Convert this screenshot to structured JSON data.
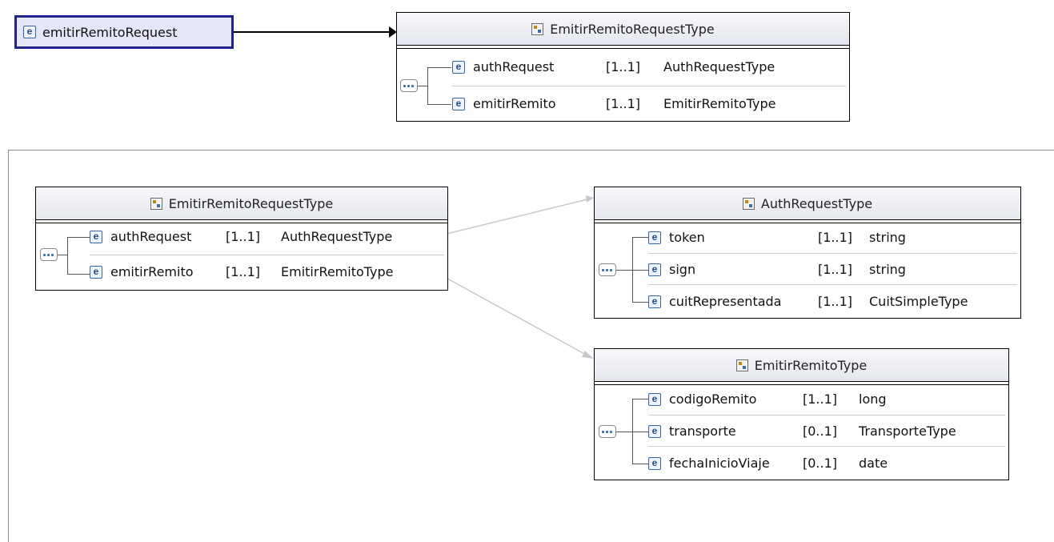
{
  "top": {
    "element": {
      "icon": "element-icon",
      "icon_glyph": "e",
      "name": "emitirRemitoRequest"
    },
    "type_box": {
      "title": "EmitirRemitoRequestType",
      "rows": [
        {
          "name": "authRequest",
          "mult": "[1..1]",
          "type": "AuthRequestType"
        },
        {
          "name": "emitirRemito",
          "mult": "[1..1]",
          "type": "EmitirRemitoType"
        }
      ]
    }
  },
  "detail": {
    "root": {
      "title": "EmitirRemitoRequestType",
      "rows": [
        {
          "name": "authRequest",
          "mult": "[1..1]",
          "type": "AuthRequestType"
        },
        {
          "name": "emitirRemito",
          "mult": "[1..1]",
          "type": "EmitirRemitoType"
        }
      ]
    },
    "auth": {
      "title": "AuthRequestType",
      "rows": [
        {
          "name": "token",
          "mult": "[1..1]",
          "type": "string"
        },
        {
          "name": "sign",
          "mult": "[1..1]",
          "type": "string"
        },
        {
          "name": "cuitRepresentada",
          "mult": "[1..1]",
          "type": "CuitSimpleType"
        }
      ]
    },
    "remito": {
      "title": "EmitirRemitoType",
      "rows": [
        {
          "name": "codigoRemito",
          "mult": "[1..1]",
          "type": "long"
        },
        {
          "name": "transporte",
          "mult": "[0..1]",
          "type": "TransporteType"
        },
        {
          "name": "fechaInicioViaje",
          "mult": "[0..1]",
          "type": "date"
        }
      ]
    }
  },
  "colors": {
    "element_border": "#23238f",
    "element_fill": "#e6e6fa",
    "connector": "#c8c8c8"
  }
}
